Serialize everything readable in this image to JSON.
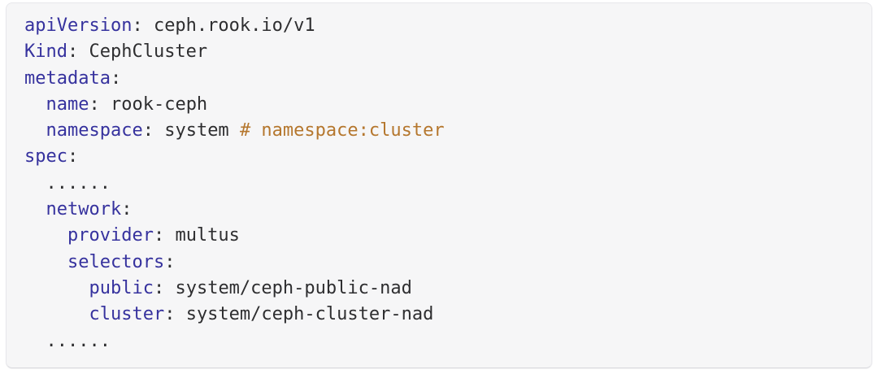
{
  "code_block": {
    "language": "yaml",
    "colors": {
      "page_background": "#ffffff",
      "background": "#f6f6f7",
      "border": "#e7e7eb",
      "border_bottom": "#d9d9de",
      "plain": "#2e2e30",
      "key": "#36329e",
      "comment": "#b5772e"
    },
    "lines": [
      {
        "segments": [
          {
            "type": "key",
            "text": "apiVersion"
          },
          {
            "type": "plain",
            "text": ": ceph.rook.io/v1"
          }
        ]
      },
      {
        "segments": [
          {
            "type": "key",
            "text": "Kind"
          },
          {
            "type": "plain",
            "text": ": CephCluster"
          }
        ]
      },
      {
        "segments": [
          {
            "type": "key",
            "text": "metadata"
          },
          {
            "type": "plain",
            "text": ":"
          }
        ]
      },
      {
        "segments": [
          {
            "type": "plain",
            "text": "  "
          },
          {
            "type": "key",
            "text": "name"
          },
          {
            "type": "plain",
            "text": ": rook-ceph"
          }
        ]
      },
      {
        "segments": [
          {
            "type": "plain",
            "text": "  "
          },
          {
            "type": "key",
            "text": "namespace"
          },
          {
            "type": "plain",
            "text": ": system "
          },
          {
            "type": "comment",
            "text": "# namespace:cluster"
          }
        ]
      },
      {
        "segments": [
          {
            "type": "key",
            "text": "spec"
          },
          {
            "type": "plain",
            "text": ":"
          }
        ]
      },
      {
        "segments": [
          {
            "type": "plain",
            "text": "  ......"
          }
        ]
      },
      {
        "segments": [
          {
            "type": "plain",
            "text": "  "
          },
          {
            "type": "key",
            "text": "network"
          },
          {
            "type": "plain",
            "text": ":"
          }
        ]
      },
      {
        "segments": [
          {
            "type": "plain",
            "text": "    "
          },
          {
            "type": "key",
            "text": "provider"
          },
          {
            "type": "plain",
            "text": ": multus"
          }
        ]
      },
      {
        "segments": [
          {
            "type": "plain",
            "text": "    "
          },
          {
            "type": "key",
            "text": "selectors"
          },
          {
            "type": "plain",
            "text": ":"
          }
        ]
      },
      {
        "segments": [
          {
            "type": "plain",
            "text": "      "
          },
          {
            "type": "key",
            "text": "public"
          },
          {
            "type": "plain",
            "text": ": system/ceph-public-nad"
          }
        ]
      },
      {
        "segments": [
          {
            "type": "plain",
            "text": "      "
          },
          {
            "type": "key",
            "text": "cluster"
          },
          {
            "type": "plain",
            "text": ": system/ceph-cluster-nad"
          }
        ]
      },
      {
        "segments": [
          {
            "type": "plain",
            "text": "  ......"
          }
        ]
      }
    ]
  }
}
